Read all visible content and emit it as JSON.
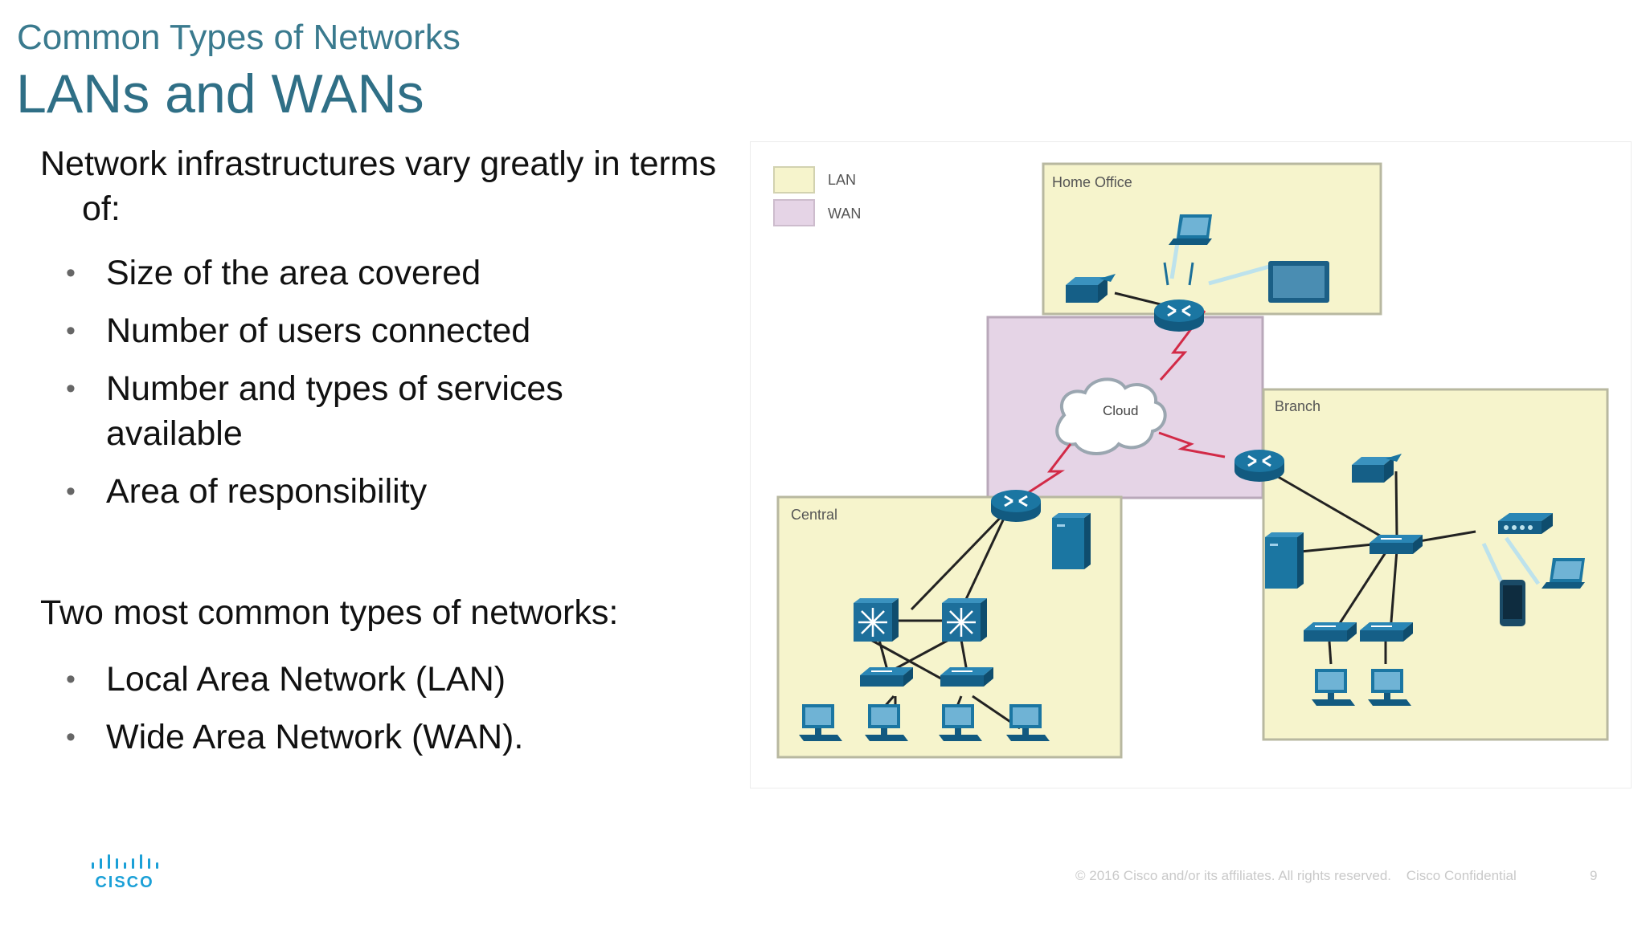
{
  "slide": {
    "subtitle": "Common Types of Networks",
    "title": "LANs and WANs",
    "intro": "Network infrastructures vary greatly in terms of:",
    "bullets1": [
      "Size of the area covered",
      "Number of users connected",
      "Number and types of services available",
      "Area of responsibility"
    ],
    "intro2": "Two most common types of networks:",
    "bullets2": [
      "Local Area Network (LAN)",
      "Wide Area Network (WAN)."
    ]
  },
  "diagram": {
    "legend": {
      "lan_label": "LAN",
      "wan_label": "WAN"
    },
    "regions": {
      "home_office": "Home Office",
      "branch": "Branch",
      "central": "Central",
      "cloud": "Cloud"
    },
    "colors": {
      "lan_fill": "#f6f4cc",
      "wan_fill": "#e5d4e6",
      "device": "#1b6f99",
      "wan_link": "#d22a47"
    }
  },
  "footer": {
    "copyright": "© 2016  Cisco and/or its affiliates. All rights reserved.",
    "confidential": "Cisco Confidential",
    "page": "9",
    "logo_text": "CISCO"
  }
}
